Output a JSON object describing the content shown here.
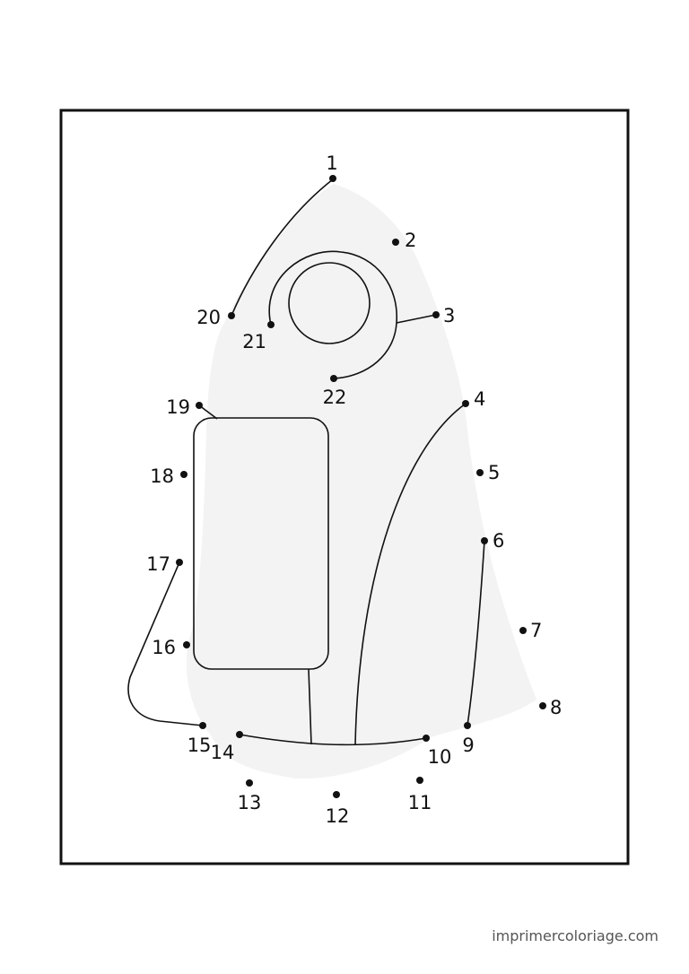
{
  "watermark": "imprimercoloriage.com",
  "colors": {
    "frame": "#111111",
    "dot": "#111111",
    "shading": "#f3f3f3",
    "line": "#111111"
  },
  "dots": [
    {
      "n": "1"
    },
    {
      "n": "2"
    },
    {
      "n": "3"
    },
    {
      "n": "4"
    },
    {
      "n": "5"
    },
    {
      "n": "6"
    },
    {
      "n": "7"
    },
    {
      "n": "8"
    },
    {
      "n": "9"
    },
    {
      "n": "10"
    },
    {
      "n": "11"
    },
    {
      "n": "12"
    },
    {
      "n": "13"
    },
    {
      "n": "14"
    },
    {
      "n": "15"
    },
    {
      "n": "16"
    },
    {
      "n": "17"
    },
    {
      "n": "18"
    },
    {
      "n": "19"
    },
    {
      "n": "20"
    },
    {
      "n": "21"
    },
    {
      "n": "22"
    }
  ]
}
